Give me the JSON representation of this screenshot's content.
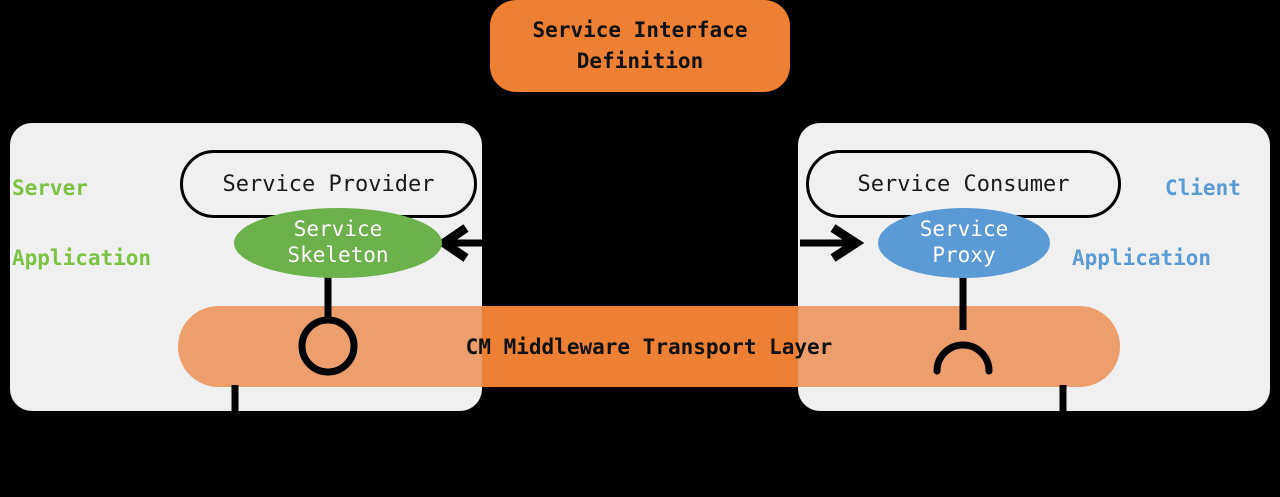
{
  "diagram": {
    "title": {
      "line1": "Service Interface",
      "line2": "Definition",
      "fill": "#ED8033",
      "text_color": "#111111"
    },
    "server_panel": {
      "side_label_line1": "Server",
      "side_label_line2": "Application",
      "side_label_color": "#7CC243",
      "role": "Service Provider",
      "stub": {
        "line1": "Service",
        "line2": "Skeleton",
        "fill": "#6CB24C",
        "text_color": "#FFFFFF"
      },
      "connector_type": "socket-ring-icon",
      "panel_fill": "#F0F0F0"
    },
    "client_panel": {
      "side_label_line1": "Client",
      "side_label_line2": "Application",
      "side_label_color": "#5B9BD5",
      "role": "Service Consumer",
      "stub": {
        "line1": "Service",
        "line2": "Proxy",
        "fill": "#5B9BD5",
        "text_color": "#FFFFFF"
      },
      "connector_type": "plug-arc-icon",
      "panel_fill": "#F0F0F0"
    },
    "transport": {
      "label": "CM Middleware Transport Layer",
      "fill": "#EC9E6C",
      "mid_fill": "#ED8033",
      "text_color": "#111111"
    },
    "arrows": {
      "left_arrow_name": "arrow-to-service-skeleton",
      "right_arrow_name": "arrow-to-service-proxy",
      "color": "#000000"
    }
  }
}
